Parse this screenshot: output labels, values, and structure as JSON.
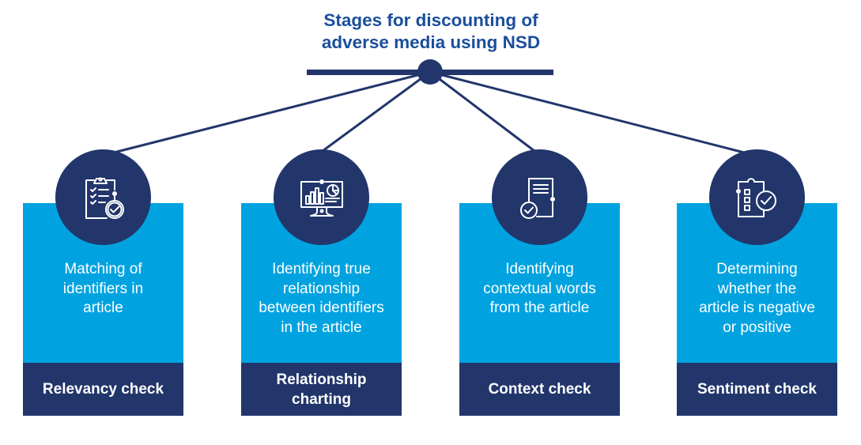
{
  "title": {
    "lines": [
      "Stages for discounting of",
      "adverse media using NSD"
    ]
  },
  "colors": {
    "title": "#1A4E9C",
    "navy": "#22366B",
    "light_blue": "#00A3E0",
    "text_on_color": "#FFFFFF"
  },
  "stages": [
    {
      "icon": "clipboard-checklist-icon",
      "description_lines": [
        "Matching of",
        "identifiers in",
        "article"
      ],
      "name_lines": [
        "Relevancy check"
      ]
    },
    {
      "icon": "monitor-analytics-icon",
      "description_lines": [
        "Identifying true",
        "relationship",
        "between identifiers",
        "in the article"
      ],
      "name_lines": [
        "Relationship",
        "charting"
      ]
    },
    {
      "icon": "document-check-icon",
      "description_lines": [
        "Identifying",
        "contextual words",
        "from the article"
      ],
      "name_lines": [
        "Context check"
      ]
    },
    {
      "icon": "checklist-approval-icon",
      "description_lines": [
        "Determining",
        "whether the",
        "article is negative",
        "or positive"
      ],
      "name_lines": [
        "Sentiment check"
      ]
    }
  ]
}
